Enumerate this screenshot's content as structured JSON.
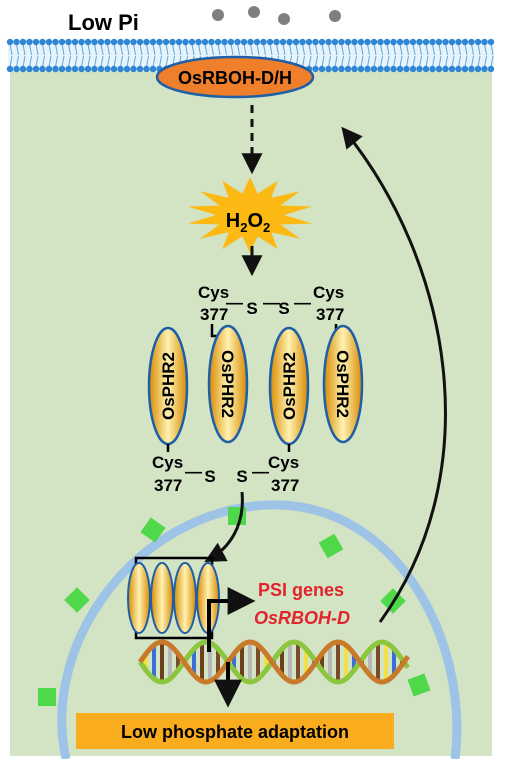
{
  "title": "Low Pi",
  "membrane_enzyme": "OsRBOH-D/H",
  "ros": {
    "base": "H",
    "sub1": "2",
    "mid": "O",
    "sub2": "2"
  },
  "cys": {
    "name": "Cys",
    "number": "377",
    "bridge": "S",
    "bond_char": "—"
  },
  "protein": "OsPHR2",
  "output": {
    "line1": "PSI genes",
    "line2": "OsRBOH-D"
  },
  "result": "Low phosphate adaptation",
  "colors": {
    "cytoplasm": "#d3e4c4",
    "membrane_blue": "#2e86d4",
    "enzyme_orange": "#ef7f2a",
    "starburst": "#fdb913",
    "protein_gold": "#f2b21c",
    "nucleus_blue": "#9dc3e6",
    "pore_green": "#4ed84a",
    "output_red": "#e3232c",
    "result_bar": "#f8ac1e"
  }
}
